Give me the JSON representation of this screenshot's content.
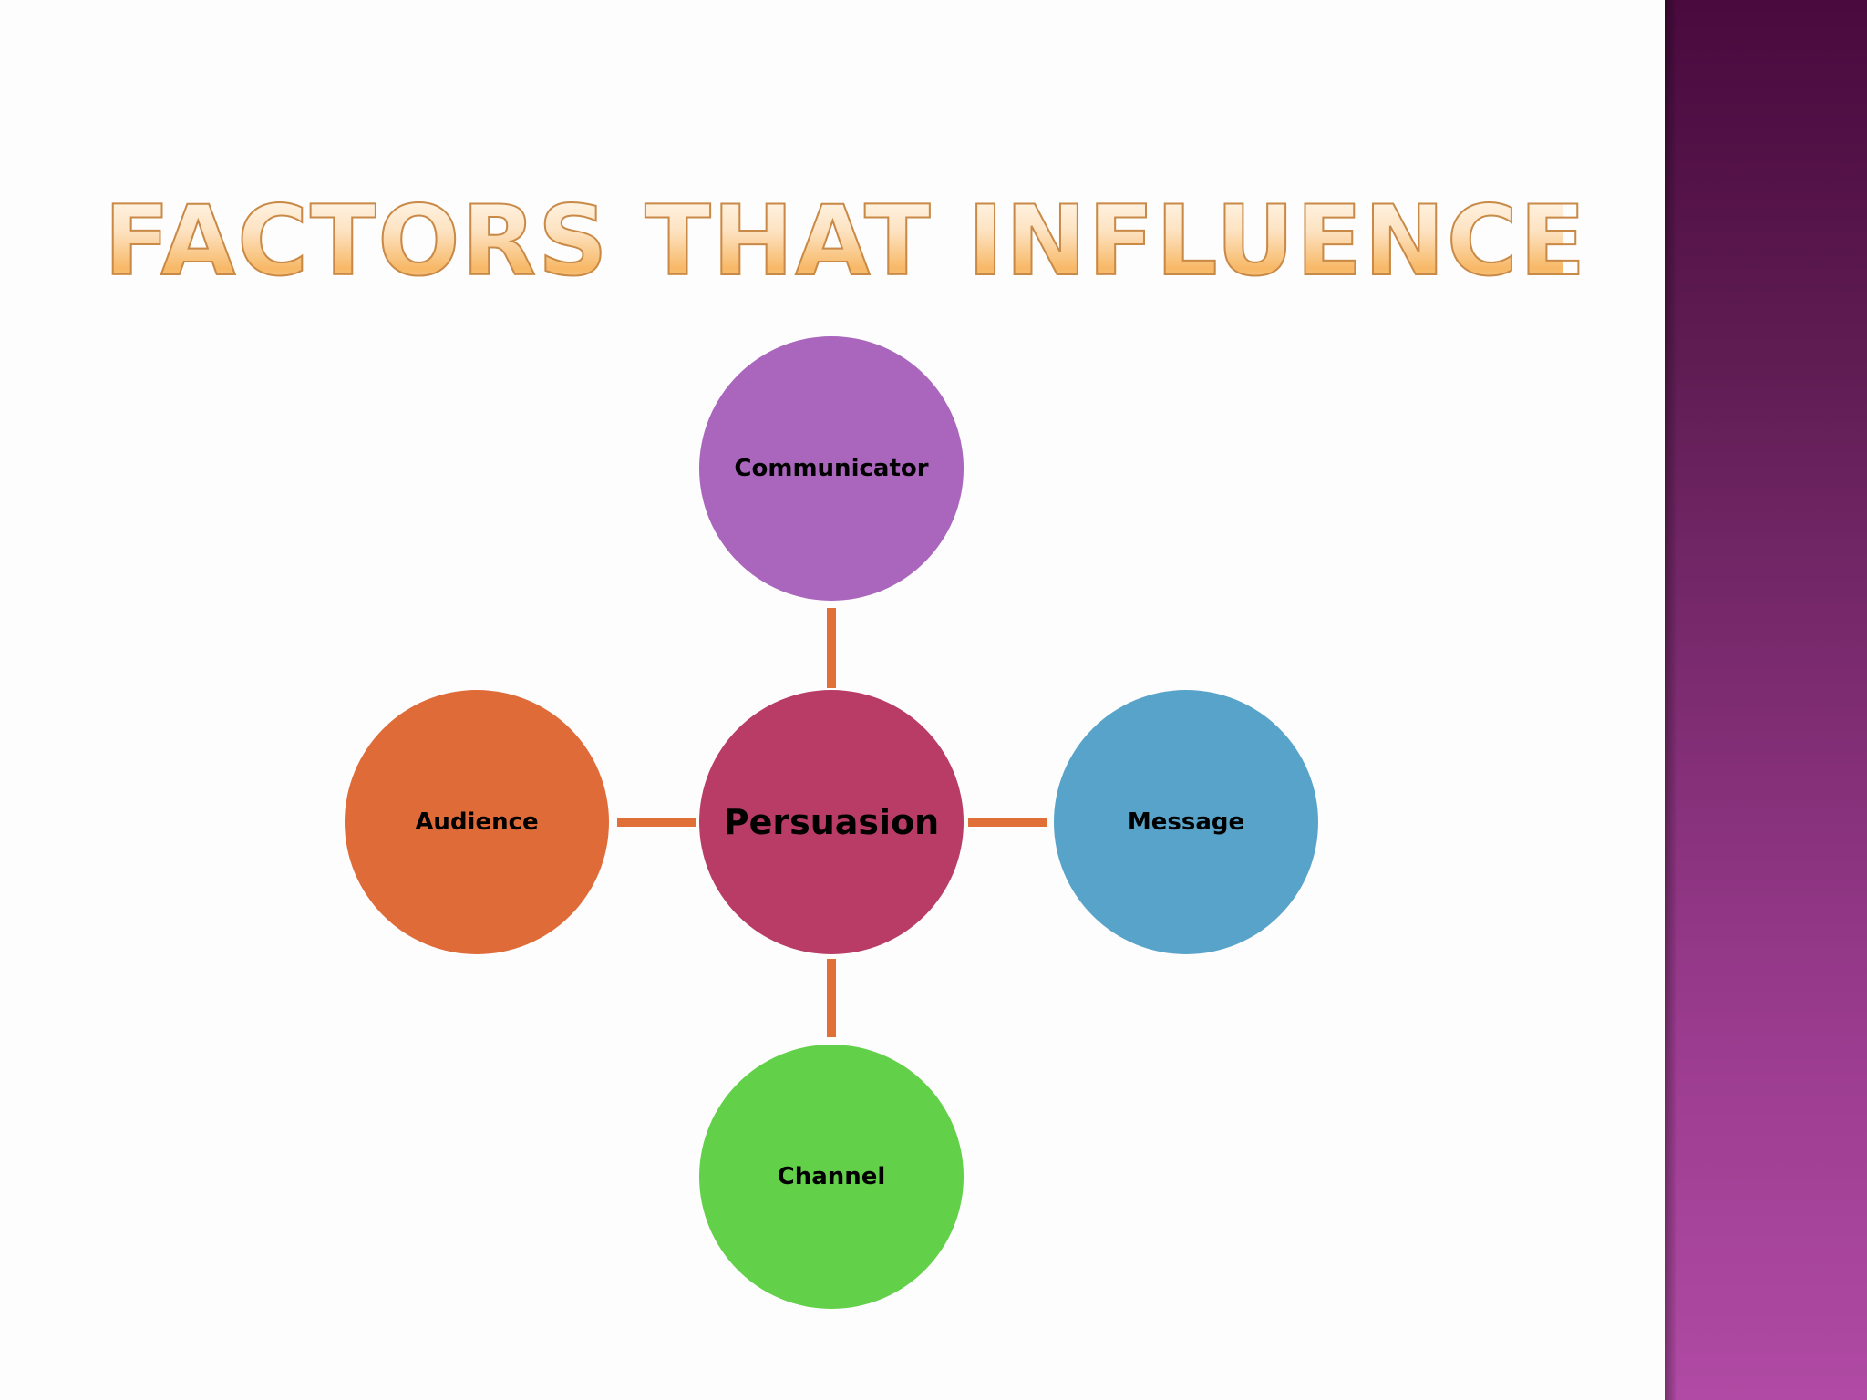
{
  "slide": {
    "title": "FACTORS THAT INFLUENCE"
  },
  "diagram": {
    "center": {
      "label": "Persuasion",
      "color": "#b83c66"
    },
    "top": {
      "label": "Communicator",
      "color": "#aa66bc"
    },
    "right": {
      "label": "Message",
      "color": "#58a3c9"
    },
    "bottom": {
      "label": "Channel",
      "color": "#63d04a"
    },
    "left": {
      "label": "Audience",
      "color": "#df6b39"
    },
    "connector_color": "#e07038"
  },
  "theme": {
    "side_band_top": "#4a0a3e",
    "side_band_bottom": "#b04aa4"
  }
}
